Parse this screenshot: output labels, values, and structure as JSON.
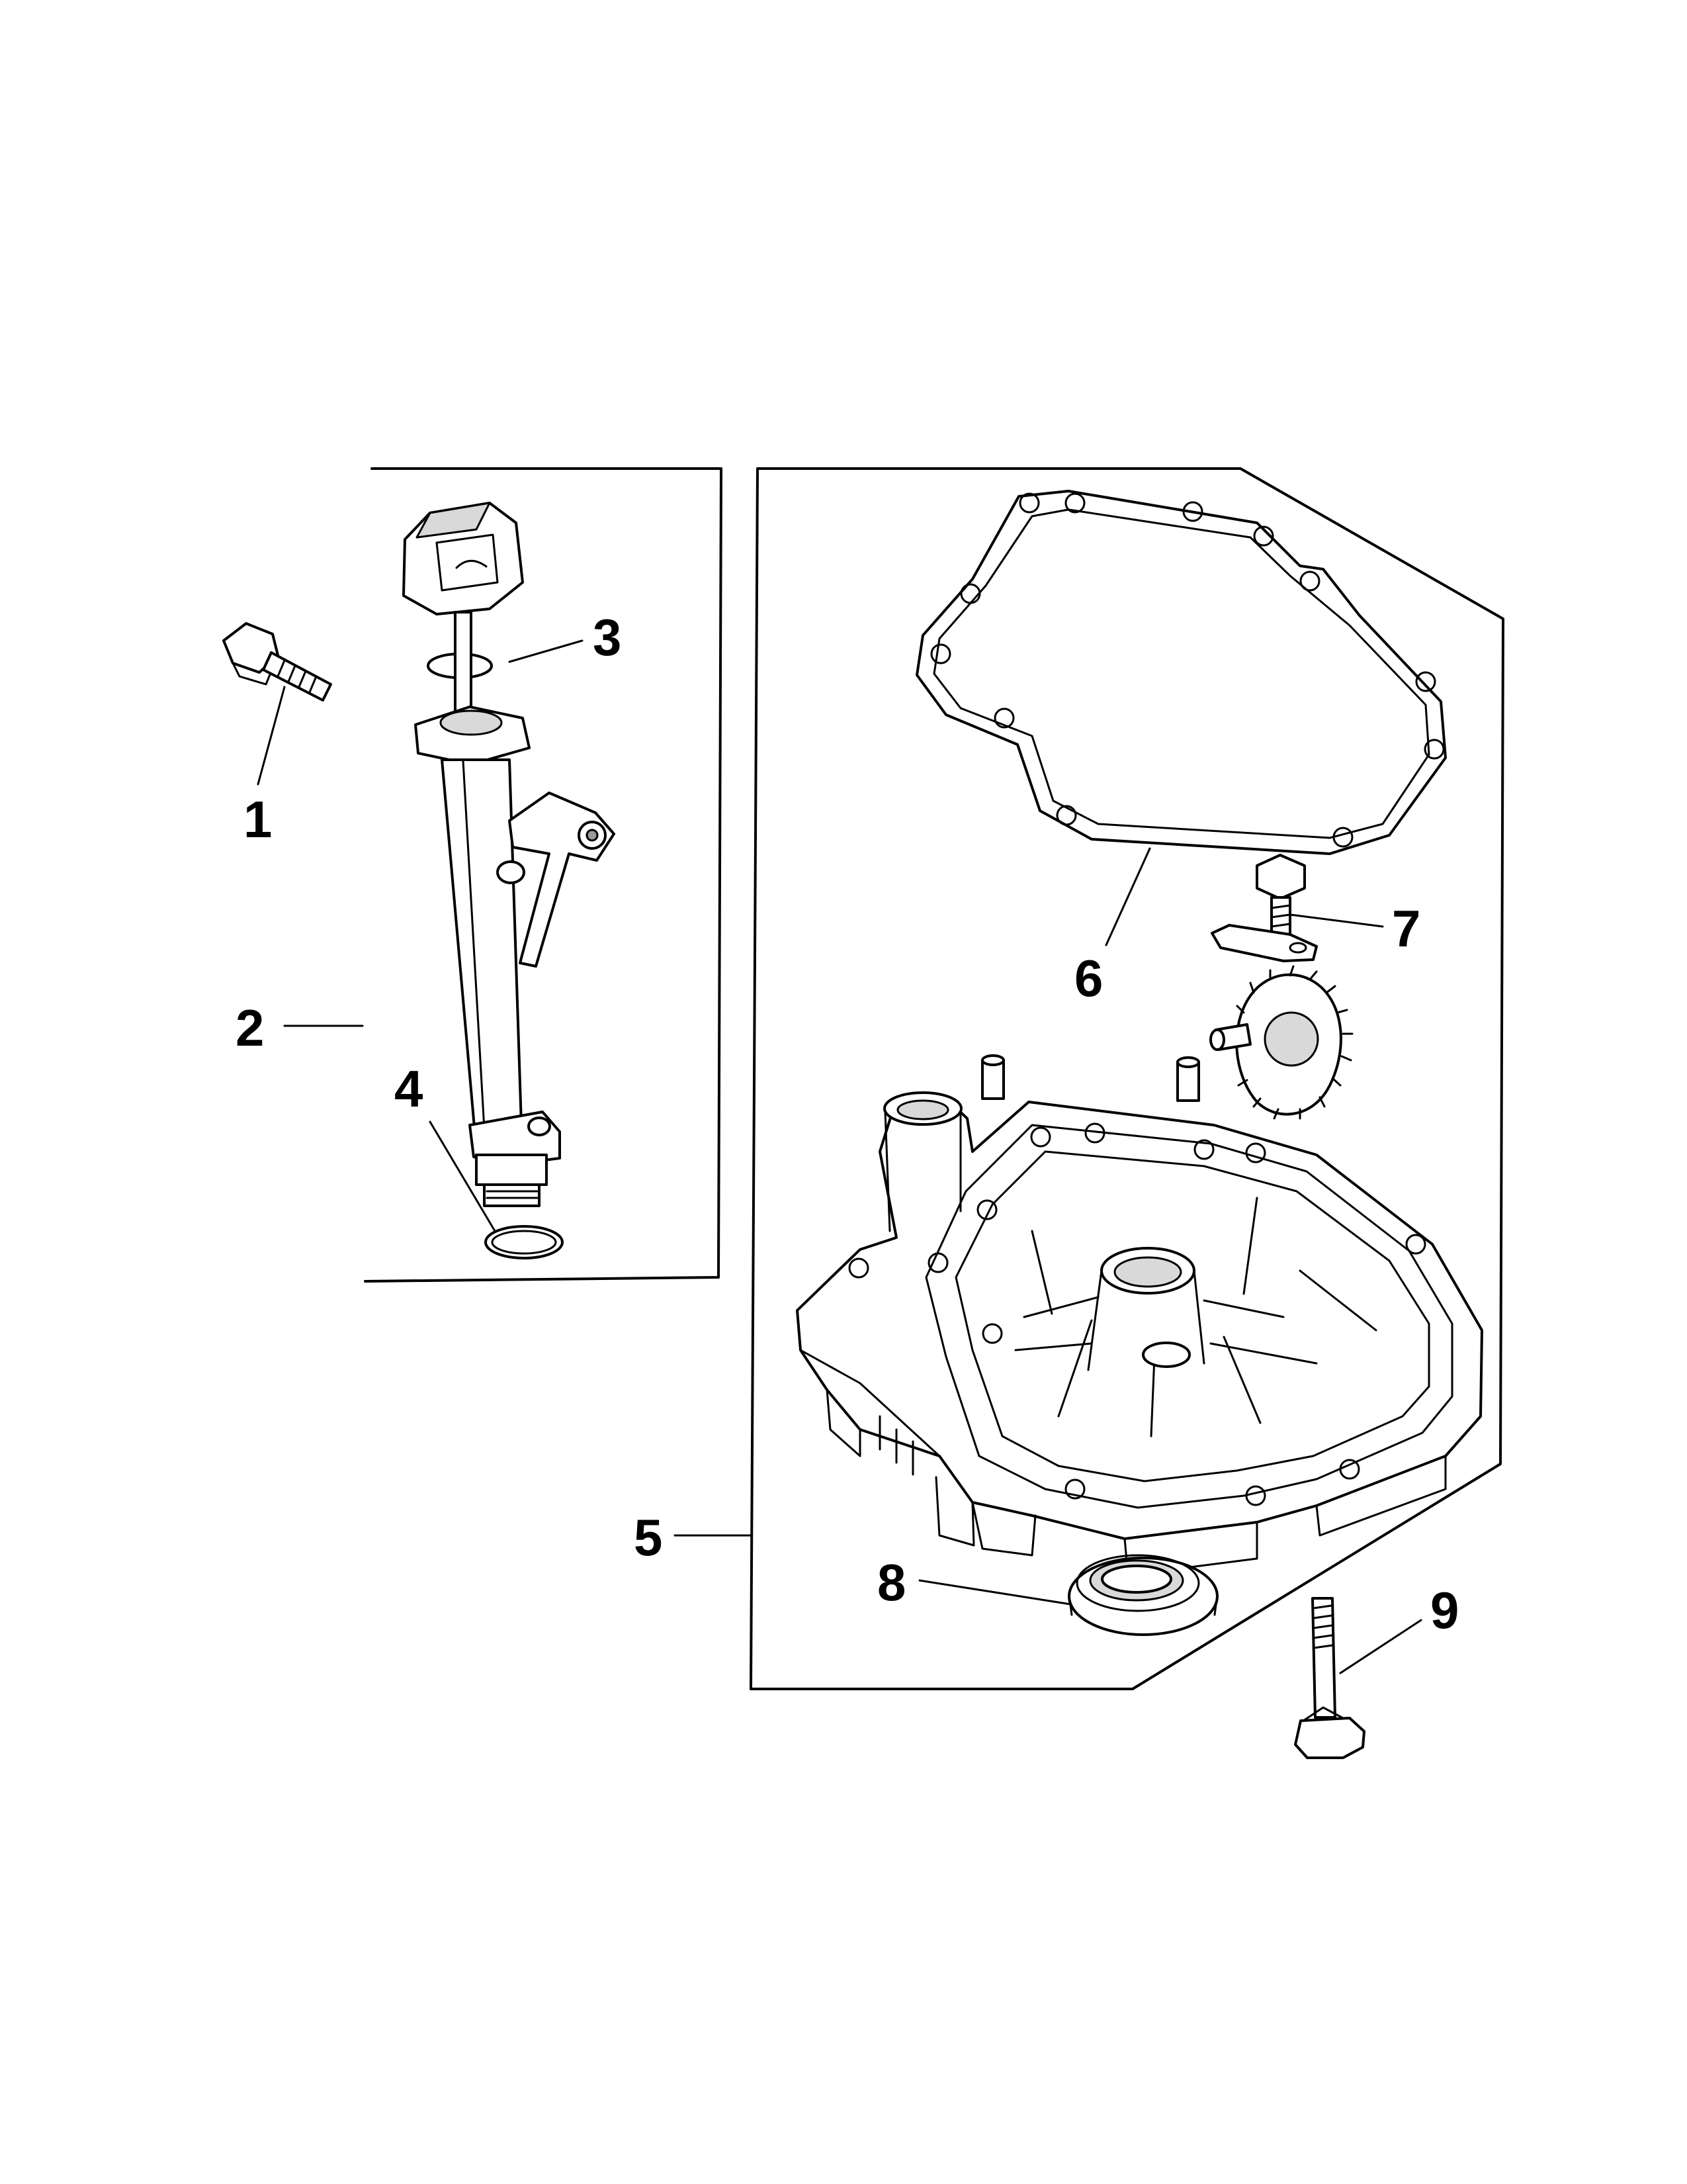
{
  "callouts": [
    {
      "id": "callout-1",
      "text": "1"
    },
    {
      "id": "callout-2",
      "text": "2"
    },
    {
      "id": "callout-3",
      "text": "3"
    },
    {
      "id": "callout-4",
      "text": "4"
    },
    {
      "id": "callout-5",
      "text": "5"
    },
    {
      "id": "callout-6",
      "text": "6"
    },
    {
      "id": "callout-7",
      "text": "7"
    },
    {
      "id": "callout-8",
      "text": "8"
    },
    {
      "id": "callout-9",
      "text": "9"
    }
  ]
}
